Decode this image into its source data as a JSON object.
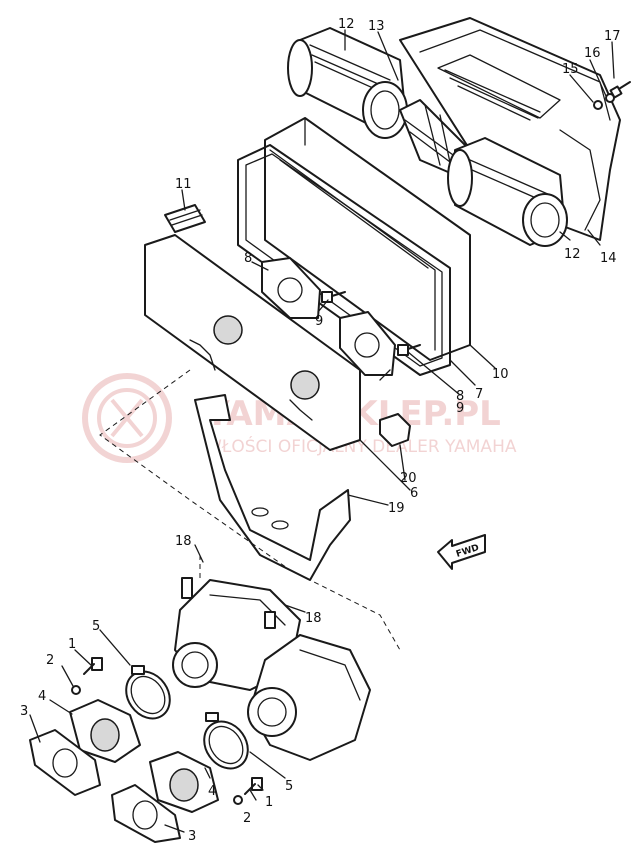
{
  "diagram": {
    "callouts": {
      "c1a": "1",
      "c1b": "1",
      "c2a": "2",
      "c2b": "2",
      "c3a": "3",
      "c3b": "3",
      "c4a": "4",
      "c4b": "4",
      "c5a": "5",
      "c5b": "5",
      "c6": "6",
      "c7": "7",
      "c8a": "8",
      "c8b": "8",
      "c9a": "9",
      "c9b": "9",
      "c10": "10",
      "c11": "11",
      "c12a": "12",
      "c12b": "12",
      "c13": "13",
      "c14": "14",
      "c15": "15",
      "c16": "16",
      "c17": "17",
      "c18a": "18",
      "c18b": "18",
      "c19": "19",
      "c20": "20"
    },
    "direction_label": "FWD"
  },
  "watermark": {
    "brand": "YAMA-SKLEP.PL",
    "tagline": "WŁOŚCI OFICJALNY DEALER YAMAHA",
    "color": "#e8b0b0"
  }
}
